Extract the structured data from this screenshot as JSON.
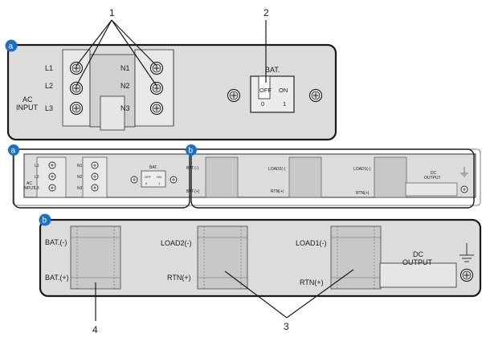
{
  "callouts": {
    "c1": "1",
    "c2": "2",
    "c3": "3",
    "c4": "4"
  },
  "badges": {
    "a": "a",
    "b": "b"
  },
  "panel_a": {
    "ac_phase": [
      "L1",
      "L2",
      "L3"
    ],
    "n_labels": [
      "N1",
      "N2",
      "N3"
    ],
    "ac_input_line1": "AC",
    "ac_input_line2": "INPUT",
    "bat": "BAT.",
    "off": "OFF",
    "on": "ON",
    "zero": "0",
    "one": "1"
  },
  "panel_b": {
    "bat_minus": "BAT.(-)",
    "bat_plus": "BAT.(+)",
    "load2_minus": "LOAD2(-)",
    "load1_minus": "LOAD1(-)",
    "rtn_plus": "RTN(+)",
    "dc_output_line1": "DC",
    "dc_output_line2": "OUTPUT"
  },
  "overview": {
    "bat_minus_short": "BAT.(-)",
    "bat_plus_short": "BAT.(+)"
  },
  "colors": {
    "panel_fill": "#dcdcdc",
    "panel_stroke": "#1a1a1a",
    "badge": "#1f6fbf",
    "screen_module": "#c8c8c8"
  }
}
